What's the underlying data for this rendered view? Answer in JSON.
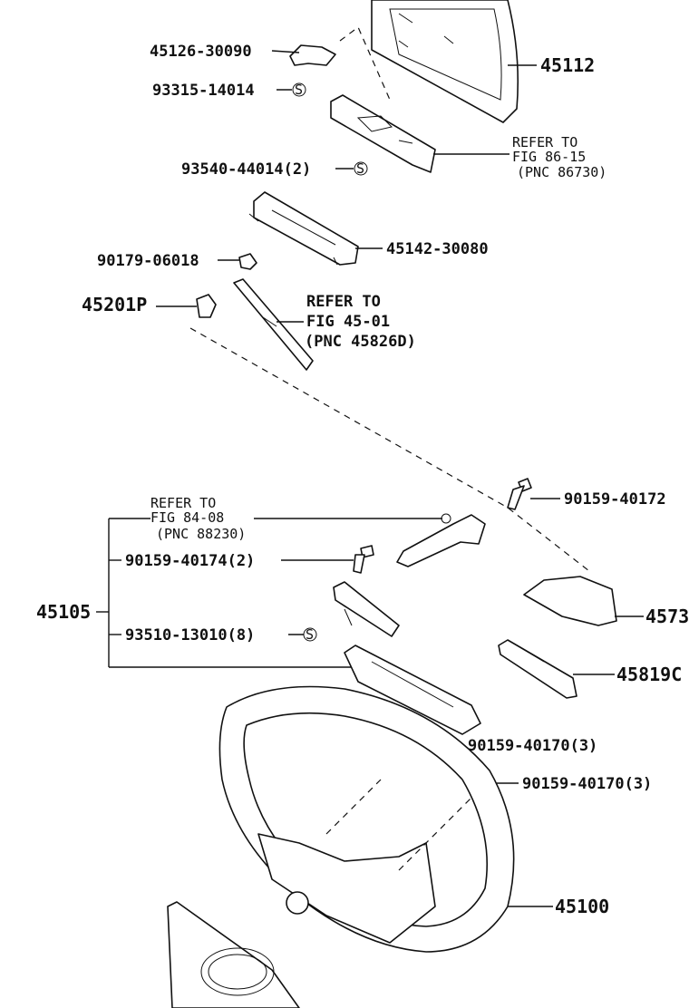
{
  "labels": {
    "p45126": "45126-30090",
    "p93315": "93315-14014",
    "p45112": "45112",
    "p93540": "93540-44014(2)",
    "refer1_a": "REFER TO",
    "refer1_b": "FIG 86-15",
    "refer1_c": "(PNC 86730)",
    "p45142": "45142-30080",
    "p90179": "90179-06018",
    "p45201": "45201P",
    "refer2_a": "REFER TO",
    "refer2_b": "FIG 45-01",
    "refer2_c": "(PNC 45826D)",
    "refer3_a": "REFER TO",
    "refer3_b": "FIG 84-08",
    "refer3_c": "(PNC 88230)",
    "p90159_172": "90159-40172",
    "p90159_174": "90159-40174(2)",
    "p45105": "45105",
    "p4573": "4573",
    "p93510": "93510-13010(8)",
    "p45819": "45819C",
    "p90159_170a": "90159-40170(3)",
    "p90159_170b": "90159-40170(3)",
    "p45100": "45100"
  },
  "symbols": {
    "s_marker": "S"
  }
}
